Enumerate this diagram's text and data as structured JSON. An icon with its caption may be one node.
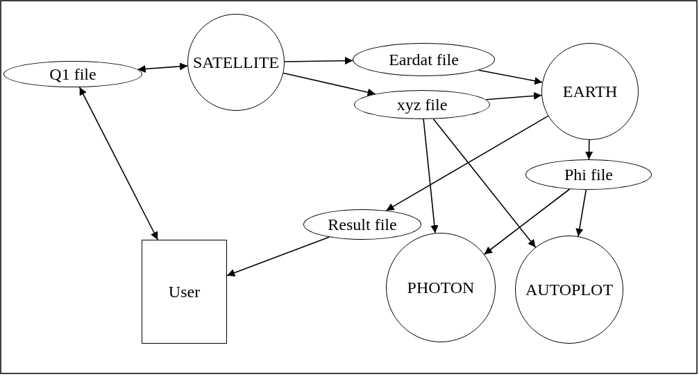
{
  "diagram": {
    "nodes": [
      {
        "text": [
          "Q1 file"
        ]
      },
      {
        "text": [
          "SATELLITE"
        ]
      },
      {
        "text": [
          "Eardat file"
        ]
      },
      {
        "text": [
          "xyz file"
        ]
      },
      {
        "text": [
          "EARTH"
        ]
      },
      {
        "text": [
          "Result file"
        ]
      },
      {
        "text": [
          "Phi file"
        ]
      },
      {
        "text": [
          "User"
        ]
      },
      {
        "text": [
          "PHOTON"
        ]
      },
      {
        "text": [
          "AUTOPLOT"
        ]
      }
    ],
    "edges": [
      {
        "from": 0,
        "to": 1,
        "arrow": "both"
      },
      {
        "from": 1,
        "to": 2,
        "arrow": "to"
      },
      {
        "from": 1,
        "to": 3,
        "arrow": "to"
      },
      {
        "from": 2,
        "to": 4,
        "arrow": "to"
      },
      {
        "from": 3,
        "to": 4,
        "arrow": "to"
      },
      {
        "from": 4,
        "to": 5,
        "arrow": "to"
      },
      {
        "from": 4,
        "to": 6,
        "arrow": "to"
      },
      {
        "from": 0,
        "to": 7,
        "arrow": "both"
      },
      {
        "from": 5,
        "to": 7,
        "arrow": "to"
      },
      {
        "from": 3,
        "to": 8,
        "arrow": "to"
      },
      {
        "from": 3,
        "to": 9,
        "arrow": "to"
      },
      {
        "from": 6,
        "to": 8,
        "arrow": "to"
      },
      {
        "from": 6,
        "to": 9,
        "arrow": "to"
      }
    ]
  }
}
